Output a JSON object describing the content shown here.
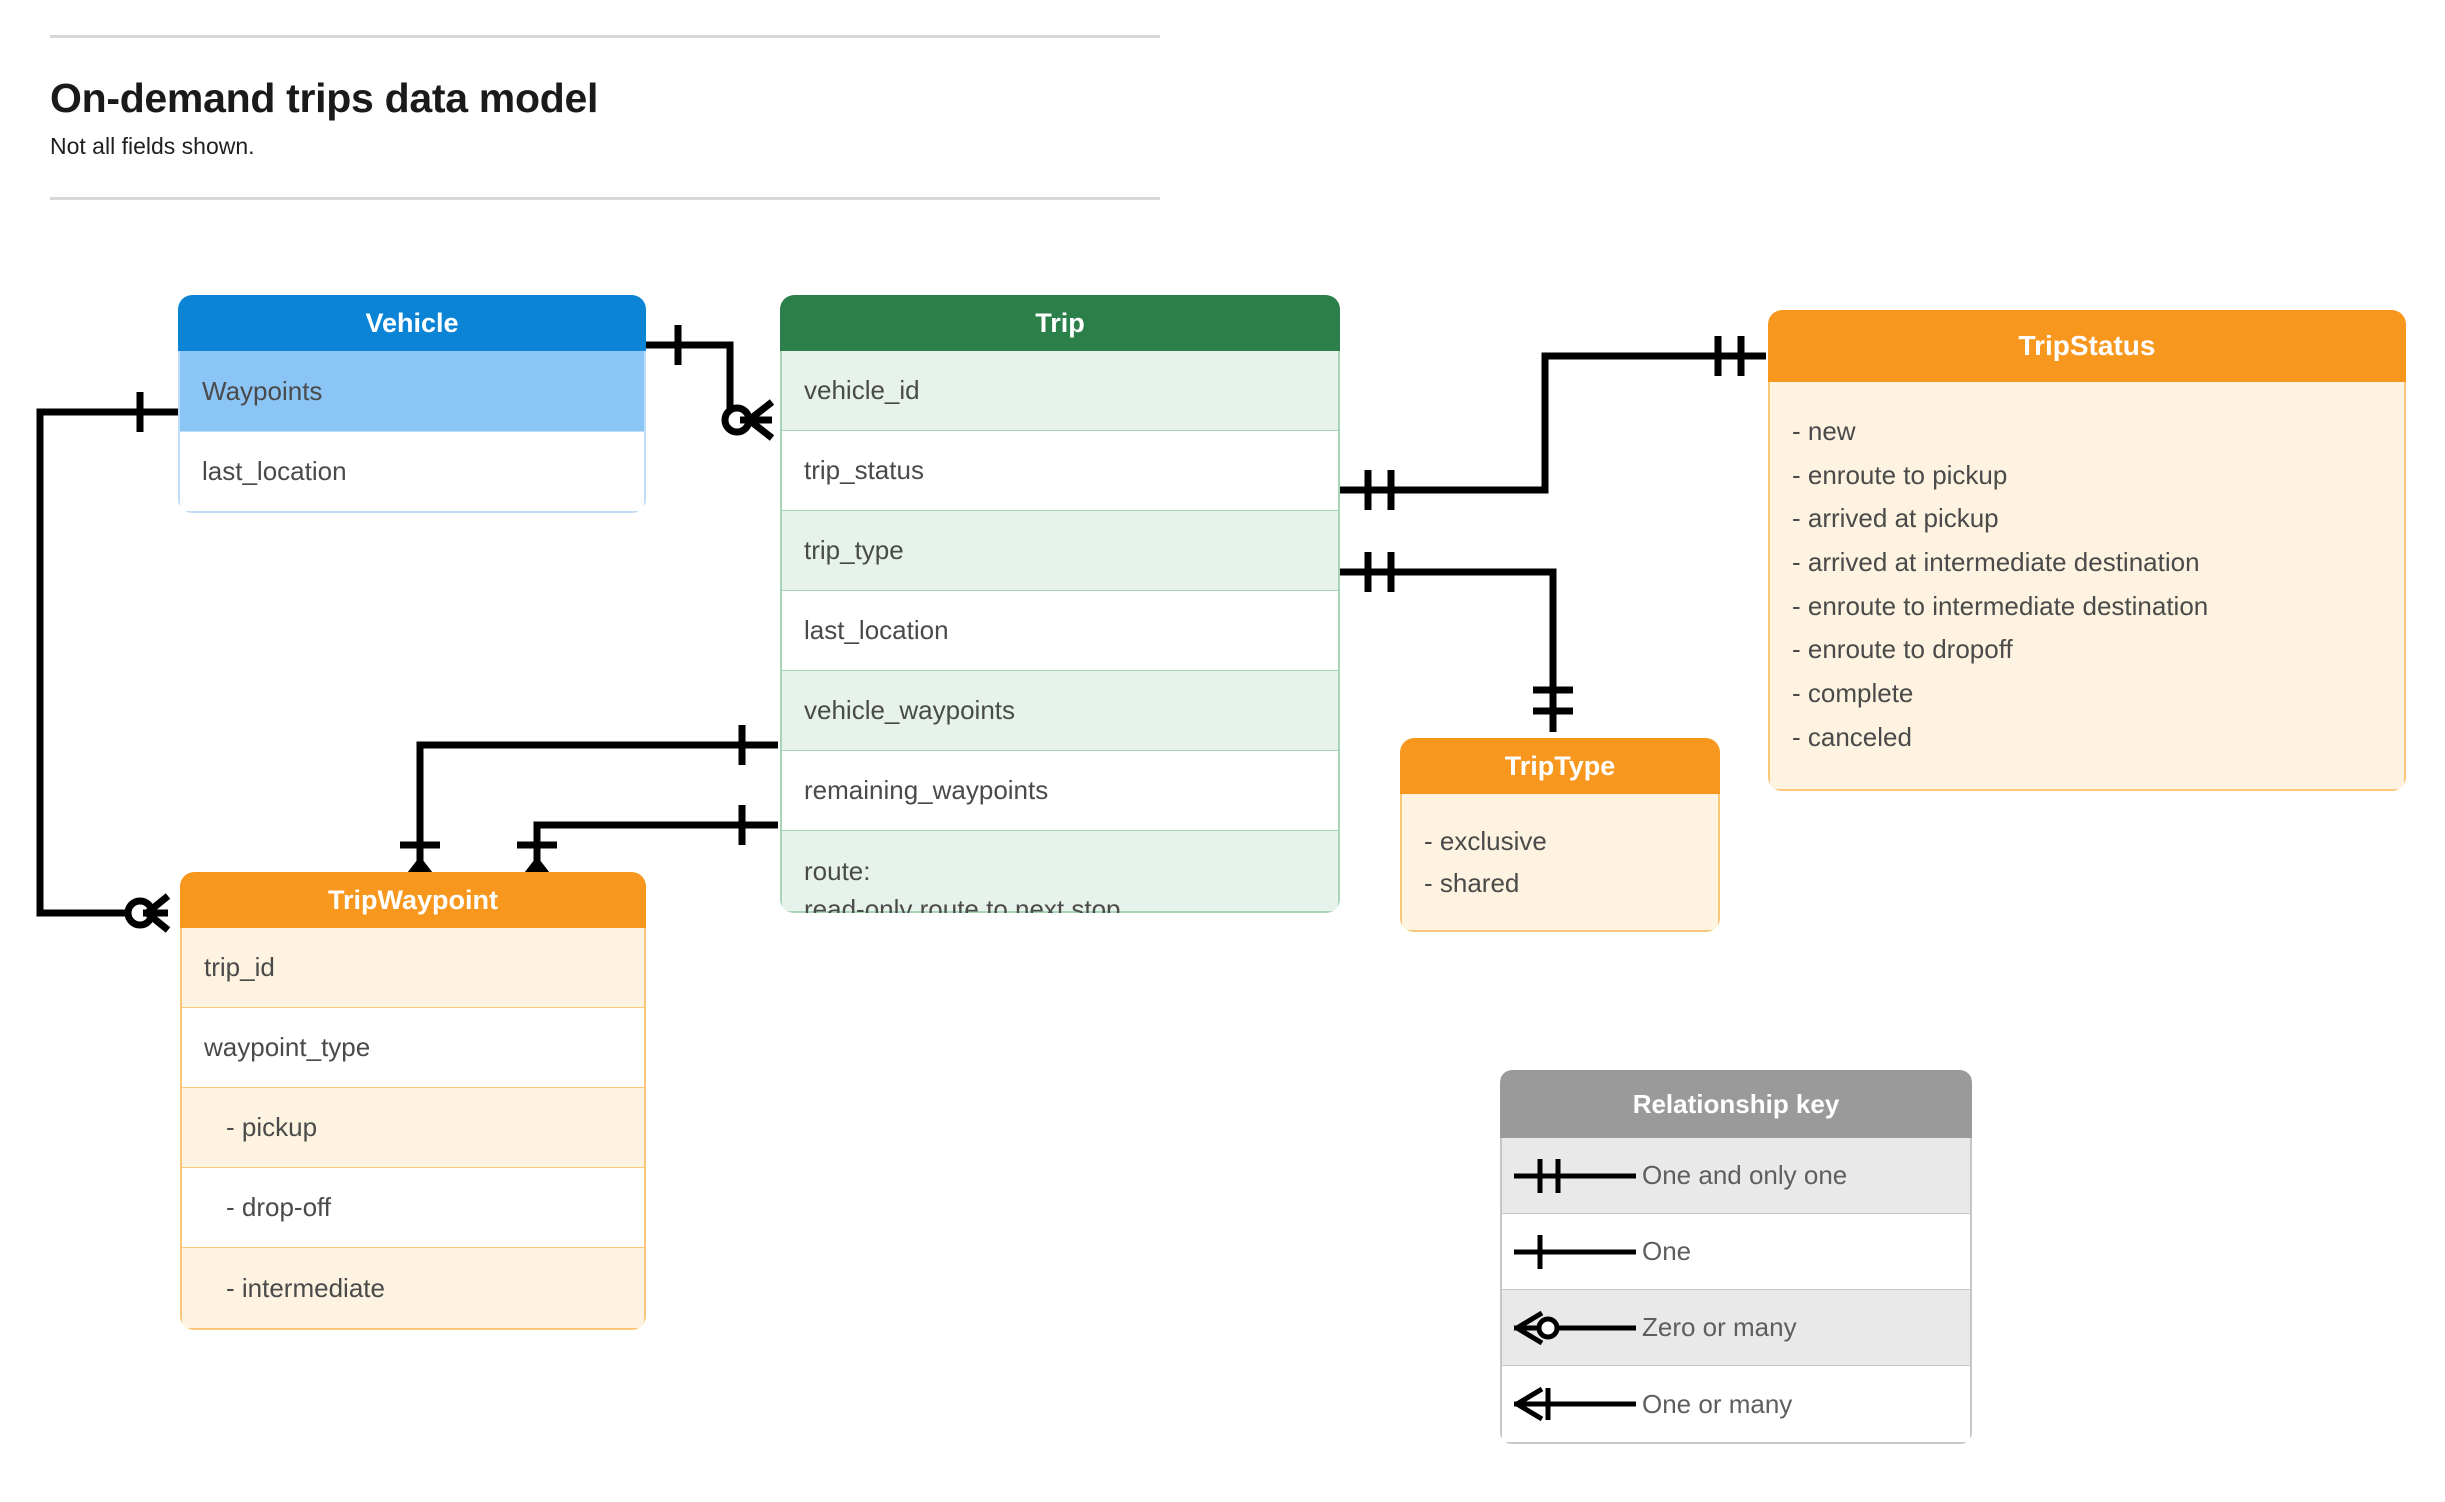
{
  "header": {
    "title": "On-demand trips data model",
    "subtitle": "Not all fields shown."
  },
  "entities": {
    "vehicle": {
      "name": "Vehicle",
      "header_color": "#0b84d6",
      "rows": [
        {
          "label": "Waypoints"
        },
        {
          "label": "last_location"
        }
      ]
    },
    "trip": {
      "name": "Trip",
      "header_color": "#2b8049",
      "rows": [
        {
          "label": "vehicle_id"
        },
        {
          "label": "trip_status"
        },
        {
          "label": "trip_type"
        },
        {
          "label": "last_location"
        },
        {
          "label": "vehicle_waypoints"
        },
        {
          "label": "remaining_waypoints"
        },
        {
          "label_line1": "route:",
          "label_line2": "read-only route to next stop"
        }
      ]
    },
    "trip_waypoint": {
      "name": "TripWaypoint",
      "header_color": "#f7971d",
      "rows": [
        {
          "label": "trip_id"
        },
        {
          "label": "waypoint_type"
        },
        {
          "label": "-  pickup"
        },
        {
          "label": "-  drop-off"
        },
        {
          "label": "-  intermediate"
        }
      ]
    },
    "trip_type": {
      "name": "TripType",
      "header_color": "#f7971d",
      "values": [
        "- exclusive",
        "- shared"
      ]
    },
    "trip_status": {
      "name": "TripStatus",
      "header_color": "#f7971d",
      "values": [
        "- new",
        "- enroute to pickup",
        "- arrived at pickup",
        "- arrived at intermediate destination",
        "- enroute to intermediate destination",
        "- enroute to dropoff",
        "- complete",
        "- canceled"
      ]
    }
  },
  "legend": {
    "title": "Relationship key",
    "rows": [
      {
        "glyph": "one-and-only-one-icon",
        "label": "One and only one"
      },
      {
        "glyph": "one-icon",
        "label": "One"
      },
      {
        "glyph": "zero-or-many-icon",
        "label": "Zero or many"
      },
      {
        "glyph": "one-or-many-icon",
        "label": "One or many"
      }
    ]
  },
  "relationships": [
    {
      "from": "Vehicle",
      "from_card": "One",
      "to": "Trip.vehicle_id",
      "to_card": "Zero or many"
    },
    {
      "from": "Vehicle.Waypoints",
      "from_card": "One",
      "to": "TripWaypoint",
      "to_card": "Zero or many"
    },
    {
      "from": "Trip.trip_status",
      "from_card": "One and only one",
      "to": "TripStatus",
      "to_card": "One and only one"
    },
    {
      "from": "Trip.trip_type",
      "from_card": "One and only one",
      "to": "TripType",
      "to_card": "One and only one"
    },
    {
      "from": "Trip.vehicle_waypoints",
      "from_card": "One",
      "to": "TripWaypoint",
      "to_card": "One or many"
    },
    {
      "from": "Trip.remaining_waypoints",
      "from_card": "One",
      "to": "TripWaypoint",
      "to_card": "One or many"
    }
  ],
  "colors": {
    "vehicle_header": "#0b84d6",
    "vehicle_row_alt": "#8ac5f5",
    "trip_header": "#2b8049",
    "trip_row_alt": "#e7f3ea",
    "orange_header": "#f7971d",
    "orange_row_alt": "#fdf3e0",
    "legend_header": "#9a9a9a",
    "connector": "#000000"
  }
}
